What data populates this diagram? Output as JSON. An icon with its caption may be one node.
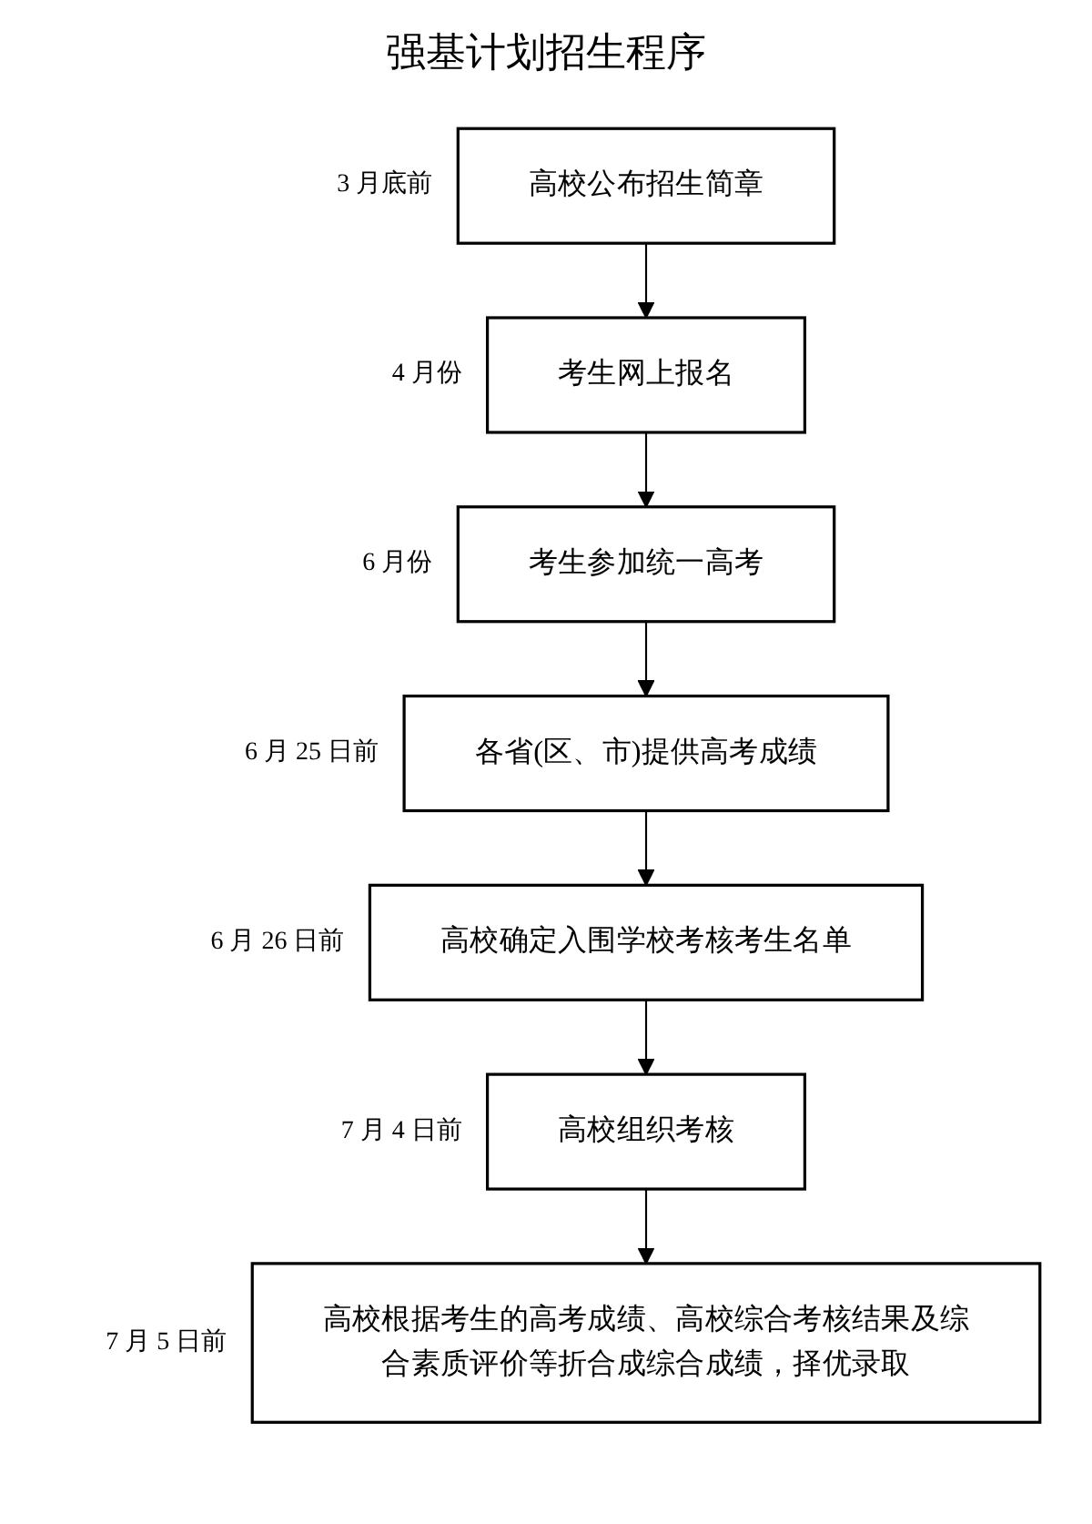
{
  "diagram": {
    "title": "强基计划招生程序",
    "nodes": [
      {
        "text": [
          "高校公布招生简章"
        ],
        "beside": [
          "3 月底前"
        ]
      },
      {
        "text": [
          "考生网上报名"
        ],
        "beside": [
          "4 月份"
        ]
      },
      {
        "text": [
          "考生参加统一高考"
        ],
        "beside": [
          "6 月份"
        ]
      },
      {
        "text": [
          "各省(区、市)提供高考成绩"
        ],
        "beside": [
          "6 月 25 日前"
        ]
      },
      {
        "text": [
          "高校确定入围学校考核考生名单"
        ],
        "beside": [
          "6 月 26 日前"
        ]
      },
      {
        "text": [
          "高校组织考核"
        ],
        "beside": [
          "7 月 4 日前"
        ]
      },
      {
        "text": [
          "高校根据考生的高考成绩、高校综合考核结果及综合素质评价等折合成综合成绩，择优录取"
        ],
        "beside": [
          "7 月 5 日前"
        ]
      }
    ],
    "edges": [
      {
        "from": 0,
        "to": 1,
        "arrow": "to"
      },
      {
        "from": 1,
        "to": 2,
        "arrow": "to"
      },
      {
        "from": 2,
        "to": 3,
        "arrow": "to"
      },
      {
        "from": 3,
        "to": 4,
        "arrow": "to"
      },
      {
        "from": 4,
        "to": 5,
        "arrow": "to"
      },
      {
        "from": 5,
        "to": 6,
        "arrow": "to"
      }
    ]
  }
}
